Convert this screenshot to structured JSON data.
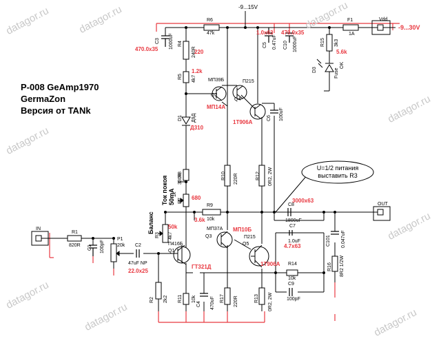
{
  "title": {
    "line1": "P-008 GeAmp1970",
    "line2": "GermaZon",
    "line3": "Версия от TANk"
  },
  "watermark": "datagor.ru",
  "supply": {
    "top_label": "-9...15V",
    "vdd_label": "Vdd",
    "vdd_value": "-9...30V",
    "fuse_ref": "F1",
    "fuse_value": "1A",
    "led_ref": "D3",
    "led_label1": "Fuse",
    "led_label2": "OK"
  },
  "callout": {
    "line1": "U=1/2  питания",
    "line2": "выставить  R3"
  },
  "connectors": {
    "in": "IN",
    "out": "OUT"
  },
  "bias_label": {
    "line1": "Ток покоя",
    "line2": "50mA"
  },
  "balance_label": "Баланс",
  "components": {
    "C3": "C3",
    "C3v": "1000uF",
    "C3r": "470.0x35",
    "R4": "R4",
    "R4v": "240R",
    "R4r": "220",
    "R6": "R6",
    "R6v": "47k",
    "C5": "C5",
    "C5v": "0.47uF",
    "C5r": "1.0x63",
    "C10": "C10",
    "C10v": "1000uF",
    "C10r": "470.0x35",
    "R15": "R15",
    "R15v": "3k3",
    "R15r": "5.6k",
    "R5": "R5",
    "R5v": "4k7",
    "R5r": "1.2k",
    "Q2": "Q2",
    "Q2t": "МП39Б",
    "Q2r": "МП14А",
    "Q4": "Q4",
    "Q4t": "П215",
    "Q4r": "1T906A",
    "C6": "C6",
    "C6v": "100uF",
    "D1": "D1",
    "D1t": "Д9Д",
    "D1r": "Д310",
    "R8": "R8",
    "R8v": "330R",
    "R7": "R7",
    "R7v": "1k",
    "R7r": "680",
    "R10": "R10",
    "R10v": "220R",
    "R12": "R12",
    "R12v": "0R2, 2W",
    "R9": "R9",
    "R9v": "10k",
    "R9r": "3.6k",
    "C8": "C8",
    "C8v": "1800uF",
    "C8r": "3000x63",
    "R3": "R3",
    "R3v": "4k7",
    "R3r": "50k",
    "Q3": "Q3",
    "Q3t": "МП37А",
    "Q3r": "МП10Б",
    "Q5": "Q5",
    "Q5t": "П215",
    "Q5r": "1T906A",
    "C7": "C7",
    "C7v": "1.0uF",
    "C7r": "4.7x63",
    "C101": "C101",
    "C101v": "0.047uF",
    "R1": "R1",
    "R1v": "820R",
    "C1": "C1",
    "C1v": "100pF",
    "P1": "P1",
    "P1v": "20k",
    "C2": "C2",
    "C2v": "47uF  NP",
    "C2r": "22.0x25",
    "Q1": "Q1",
    "Q1t": "П416Б",
    "Q1r": "ГТ321Д",
    "R14": "R14",
    "R14v": "10k",
    "C9": "C9",
    "C9v": "100pF",
    "R16": "R16",
    "R16v": "8R2  1/2W",
    "R2": "R2",
    "R2v": "2k2",
    "R11": "R11",
    "R11v": "10k",
    "C4": "C4",
    "C4v": "470uF",
    "R17": "R17",
    "R17v": "220R",
    "R13": "R13",
    "R13v": "0R2, 2W"
  }
}
